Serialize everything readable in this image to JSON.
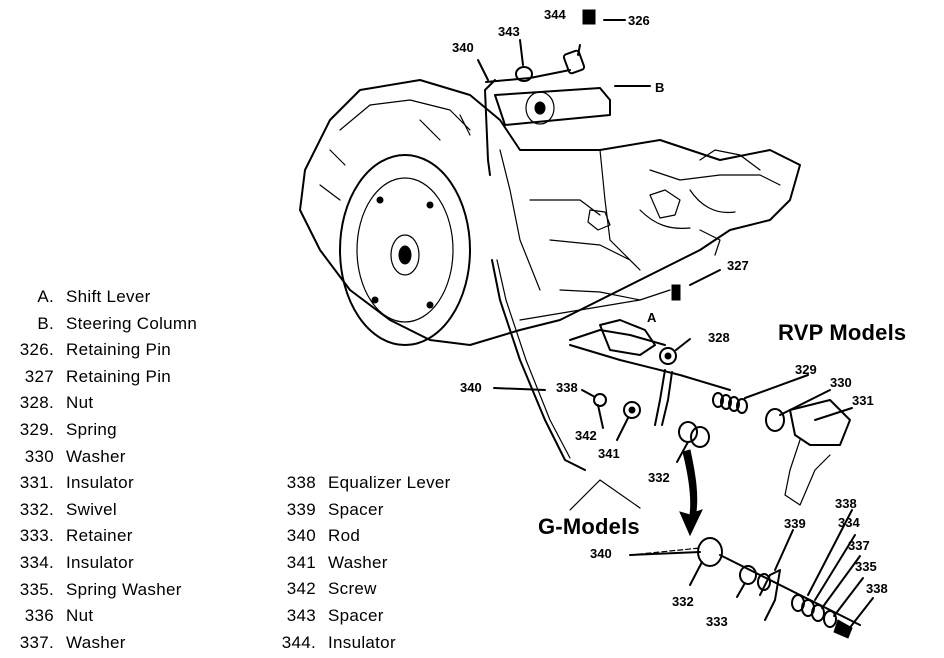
{
  "legend_left": [
    {
      "code": "A.",
      "label": "Shift Lever"
    },
    {
      "code": "B.",
      "label": "Steering Column"
    },
    {
      "code": "326.",
      "label": "Retaining Pin"
    },
    {
      "code": "327",
      "label": "Retaining Pin"
    },
    {
      "code": "328.",
      "label": "Nut"
    },
    {
      "code": "329.",
      "label": "Spring"
    },
    {
      "code": "330",
      "label": "Washer"
    },
    {
      "code": "331.",
      "label": "Insulator"
    },
    {
      "code": "332.",
      "label": "Swivel"
    },
    {
      "code": "333.",
      "label": "Retainer"
    },
    {
      "code": "334.",
      "label": "Insulator"
    },
    {
      "code": "335.",
      "label": "Spring Washer"
    },
    {
      "code": "336",
      "label": "Nut"
    },
    {
      "code": "337.",
      "label": "Washer"
    }
  ],
  "legend_right": [
    {
      "code": "338",
      "label": "Equalizer Lever"
    },
    {
      "code": "339",
      "label": "Spacer"
    },
    {
      "code": "340",
      "label": "Rod"
    },
    {
      "code": "341",
      "label": "Washer"
    },
    {
      "code": "342",
      "label": "Screw"
    },
    {
      "code": "343",
      "label": "Spacer"
    },
    {
      "code": "344.",
      "label": "Insulator"
    }
  ],
  "headings": {
    "rvp": "RVP Models",
    "g": "G-Models"
  },
  "callouts": {
    "c344": "344",
    "c326": "326",
    "c343": "343",
    "c340_top": "340",
    "c_b": "B",
    "c327": "327",
    "c_a": "A",
    "c328": "328",
    "c340_mid": "340",
    "c338_mid": "338",
    "c329": "329",
    "c330": "330",
    "c331": "331",
    "c342": "342",
    "c341": "341",
    "c332_mid": "332",
    "c338_g": "338",
    "c339": "339",
    "c334": "334",
    "c337": "337",
    "c335": "335",
    "c336": "338",
    "c340_g": "340",
    "c332_g": "332",
    "c333": "333"
  }
}
